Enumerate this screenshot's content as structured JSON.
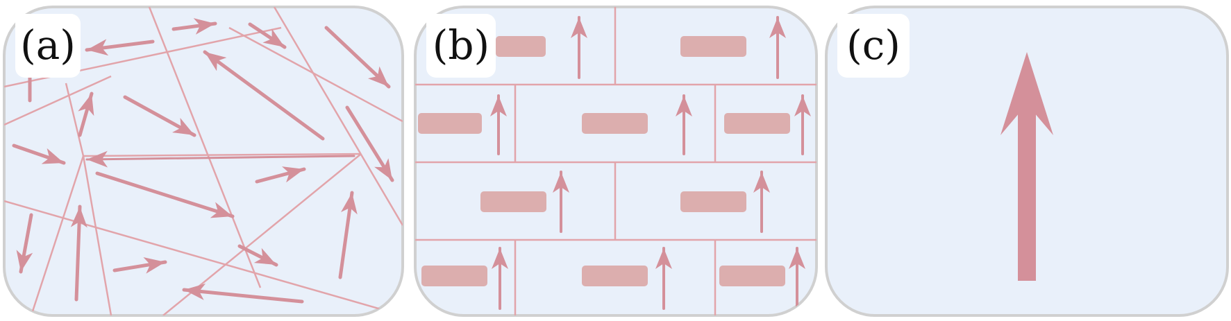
{
  "colors": {
    "panel_fill": "#e9f0fa",
    "panel_stroke": "#d0d0d0",
    "line": "#e2a4aa",
    "arrow": "#d4909a",
    "domain": "#dcaeae",
    "label_bg": "#ffffff"
  },
  "panels": [
    {
      "id": "a",
      "label": "(a)"
    },
    {
      "id": "b",
      "label": "(b)"
    },
    {
      "id": "c",
      "label": "(c)"
    }
  ]
}
